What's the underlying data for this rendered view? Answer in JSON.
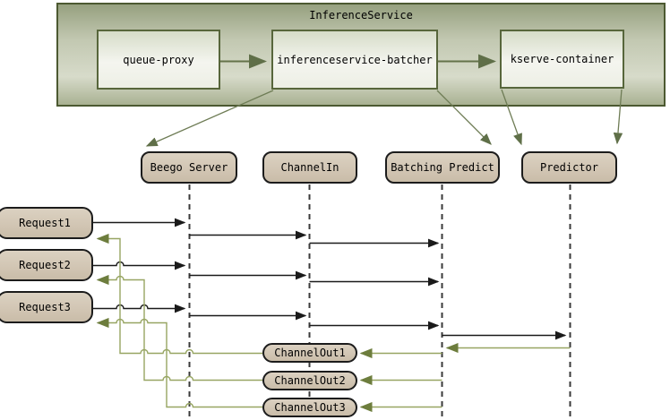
{
  "inference_service": {
    "title": "InferenceService",
    "components": [
      {
        "label": "queue-proxy"
      },
      {
        "label": "inferenceservice-batcher"
      },
      {
        "label": "kserve-container"
      }
    ]
  },
  "lifelines": [
    {
      "label": "Beego Server"
    },
    {
      "label": "ChannelIn"
    },
    {
      "label": "Batching Predict"
    },
    {
      "label": "Predictor"
    }
  ],
  "requests": [
    {
      "label": "Request1"
    },
    {
      "label": "Request2"
    },
    {
      "label": "Request3"
    }
  ],
  "channel_outs": [
    {
      "label": "ChannelOut1"
    },
    {
      "label": "ChannelOut2"
    },
    {
      "label": "ChannelOut3"
    }
  ],
  "colors": {
    "call_arrow": "#1a1a1a",
    "return_arrow": "#97a562",
    "return_arrowhead": "#6d7d3d",
    "container_arrow": "#64724a",
    "lifeline": "#3a3a3a",
    "node_fill": "#d2c6b4",
    "node_border": "#1c1c1c",
    "container_fill_top": "#96a07f",
    "container_border": "#4c5931"
  }
}
